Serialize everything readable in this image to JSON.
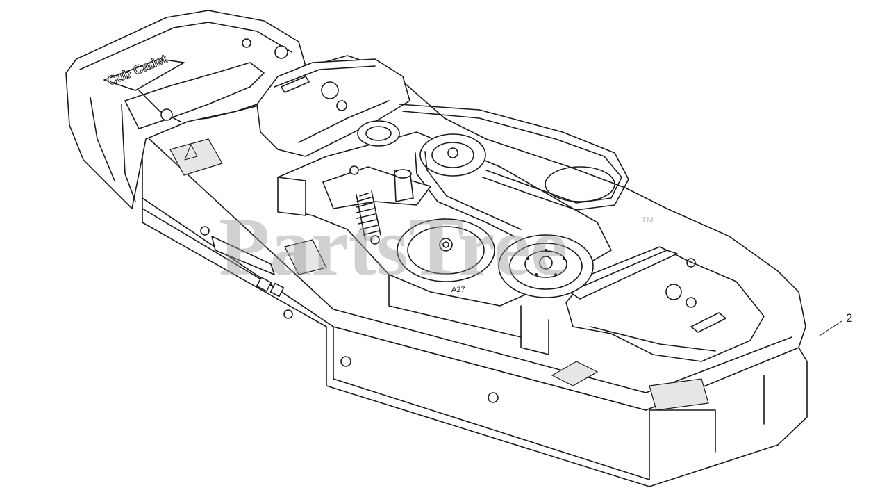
{
  "diagram": {
    "callouts": [
      {
        "label": "2"
      }
    ],
    "deck_brand_text": "Cub Cadet",
    "belt_tag": "A27",
    "watermark": {
      "text": "PartsTree",
      "trademark": "™"
    }
  }
}
